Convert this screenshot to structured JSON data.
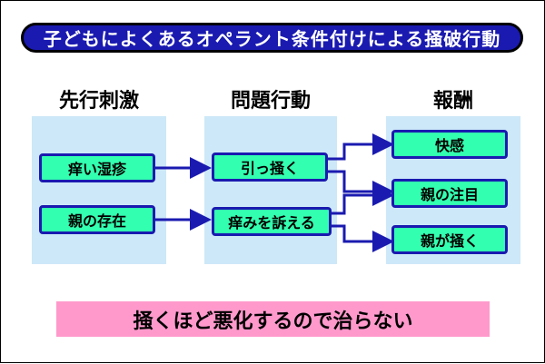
{
  "title": "子どもによくあるオペラント条件付けによる掻破行動",
  "columns": {
    "antecedent": {
      "heading": "先行刺激",
      "items": [
        "痒い湿疹",
        "親の存在"
      ]
    },
    "behavior": {
      "heading": "問題行動",
      "items": [
        "引っ掻く",
        "痒みを訴える"
      ]
    },
    "reward": {
      "heading": "報酬",
      "items": [
        "快感",
        "親の注目",
        "親が掻く"
      ]
    }
  },
  "conclusion": "掻くほど悪化するので治らない",
  "colors": {
    "title_bg": "#1a1ab0",
    "box_fill": "#33ffb0",
    "box_border": "#1a1ab0",
    "column_bg": "#cde8f8",
    "conclusion_bg": "#ff99cc"
  }
}
